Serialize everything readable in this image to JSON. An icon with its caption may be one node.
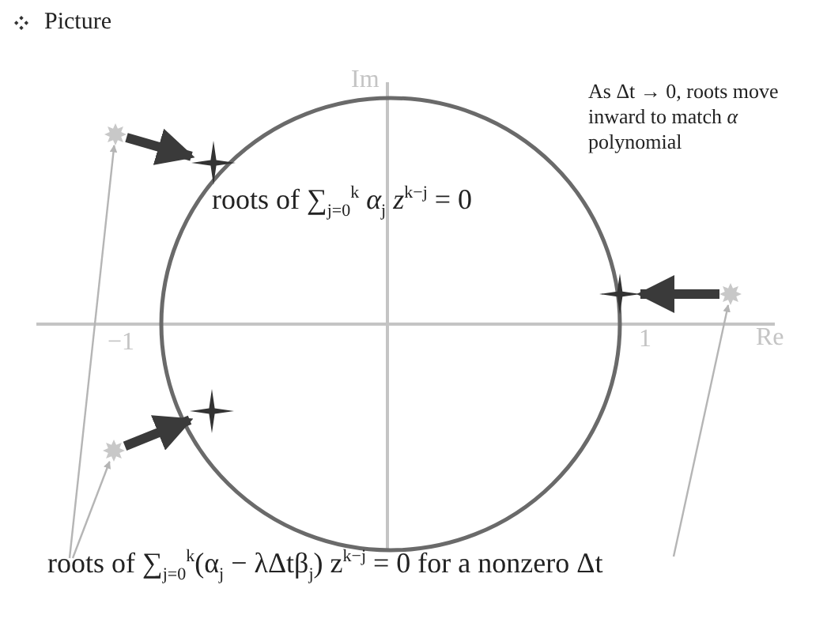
{
  "diagram": {
    "nodes": [
      {
        "text": [],
        "shape": "star"
      },
      {
        "text": [],
        "shape": "star"
      },
      {
        "text": [
          "roots of ∑$_{j=0}$$^{k}$ *α*$_{j}$ *z*$^{k−j}$ = 0"
        ]
      },
      {
        "text": [],
        "shape": "star"
      },
      {
        "text": [],
        "shape": "star"
      },
      {
        "text": [],
        "shape": "star"
      },
      {
        "text": [],
        "shape": "star"
      },
      {
        "text": [
          "roots of ∑$_{j=0}$$^{k}$(α$_{j}$ − λΔtβ$_{j}$) z$^{k−j}$ = 0 for a nonzero Δt"
        ]
      }
    ],
    "edges": [
      {
        "from": 0,
        "to": 1,
        "arrow": "to",
        "style": "thick",
        "color": "#3a3a3a"
      },
      {
        "from": 4,
        "to": 3,
        "arrow": "to",
        "style": "thick",
        "color": "#3a3a3a"
      },
      {
        "from": 5,
        "to": 6,
        "arrow": "to",
        "style": "thick",
        "color": "#3a3a3a"
      },
      {
        "from": 7,
        "to": 0,
        "arrow": "to",
        "color": "#b5b5b5"
      },
      {
        "from": 7,
        "to": 5,
        "arrow": "to",
        "color": "#b5b5b5"
      },
      {
        "from": 7,
        "to": 4,
        "arrow": "to",
        "color": "#b5b5b5"
      }
    ],
    "labels": [
      "Picture",
      "Im",
      "−1",
      "1",
      "Re",
      "As Δt → 0, roots move inward to match *α* polynomial"
    ]
  }
}
